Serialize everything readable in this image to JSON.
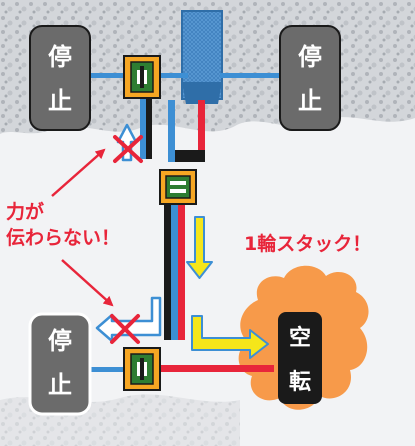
{
  "wheels": {
    "front_left": [
      "停",
      "止"
    ],
    "front_right": [
      "停",
      "止"
    ],
    "rear_left": [
      "停",
      "止"
    ]
  },
  "spinning_wheel": [
    "空",
    "転"
  ],
  "callouts": {
    "no_power": [
      "力が",
      "伝わらない！"
    ],
    "stuck": "1輪スタック！"
  },
  "colors": {
    "wheel": "#6b6b6b",
    "rear_left_outline": "#ffffff",
    "spinning_wheel": "#1a1a1a",
    "snow_burst": "#f79a4a",
    "driveshaft_red": "#e8253a",
    "driveshaft_blue": "#3d8fd4",
    "flow_arrow": "#f5e61a",
    "blocked_arrow": "#ffffff",
    "blocked_cross": "#e8253a",
    "differential": "#f6a623",
    "callout_text": "#e8253a",
    "engine": "#5b9bd5"
  }
}
